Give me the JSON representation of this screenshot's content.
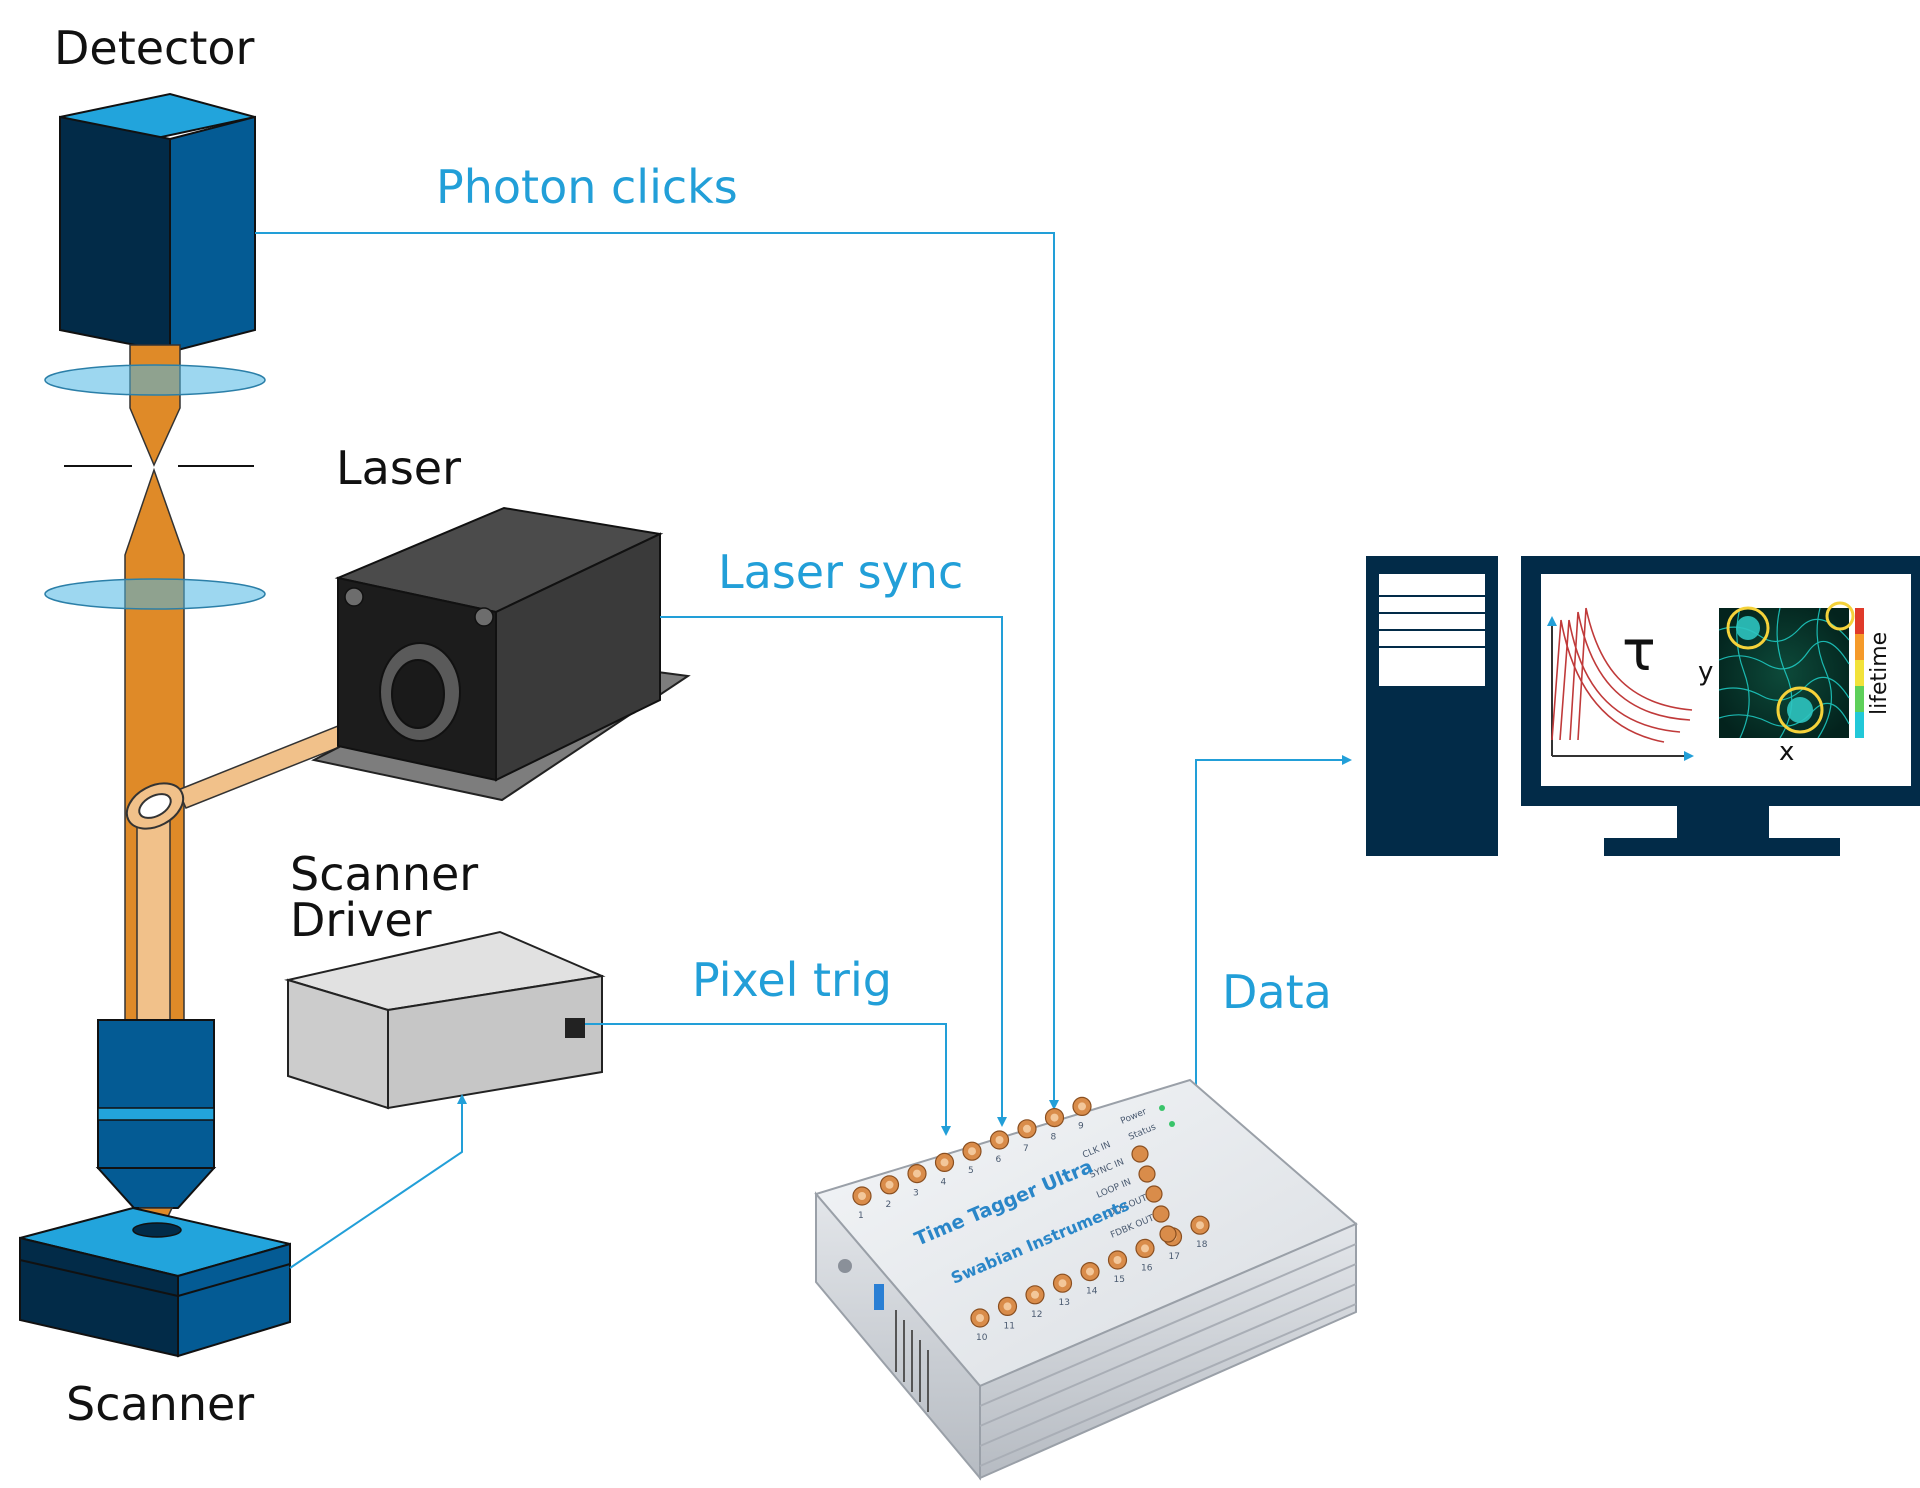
{
  "labels": {
    "detector": "Detector",
    "laser": "Laser",
    "scanner_driver_line1": "Scanner",
    "scanner_driver_line2": "Driver",
    "scanner": "Scanner"
  },
  "signals": {
    "photon_clicks": "Photon clicks",
    "laser_sync": "Laser sync",
    "pixel_trig": "Pixel trig",
    "data": "Data"
  },
  "device": {
    "product": "Time Tagger Ultra",
    "brand": "Swabian Instruments",
    "power": "Power",
    "status": "Status",
    "top_channels": [
      "1",
      "2",
      "3",
      "4",
      "5",
      "6",
      "7",
      "8",
      "9"
    ],
    "front_channels": [
      "10",
      "11",
      "12",
      "13",
      "14",
      "15",
      "16",
      "17",
      "18"
    ],
    "side_labels": [
      "CLK IN",
      "SYNC IN",
      "LOOP IN",
      "LOOP OUT",
      "FDBK OUT"
    ]
  },
  "monitor": {
    "tau_symbol": "τ",
    "x_axis": "x",
    "y_axis": "y",
    "colorbar_label": "lifetime"
  },
  "colors": {
    "signal_blue": "#229fd8",
    "navy": "#022b48",
    "dark_blue": "#045b94",
    "light_blue": "#22a4dc",
    "beam_orange": "#df8a28",
    "beam_light": "#f1c18a"
  }
}
